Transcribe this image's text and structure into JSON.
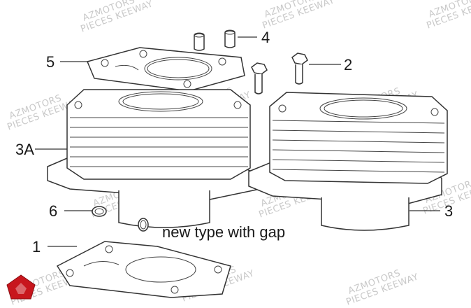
{
  "watermark": {
    "brand_line": "AZMOTORS",
    "sub_line": "PIECES KEEWAY"
  },
  "callouts": {
    "c1": "1",
    "c2": "2",
    "c3": "3",
    "c3a": "3A",
    "c4": "4",
    "c5": "5",
    "c6": "6"
  },
  "note": "new type with gap",
  "colors": {
    "logo_red": "#c8161d",
    "line": "#333333",
    "watermark": "#c9c9c9"
  }
}
